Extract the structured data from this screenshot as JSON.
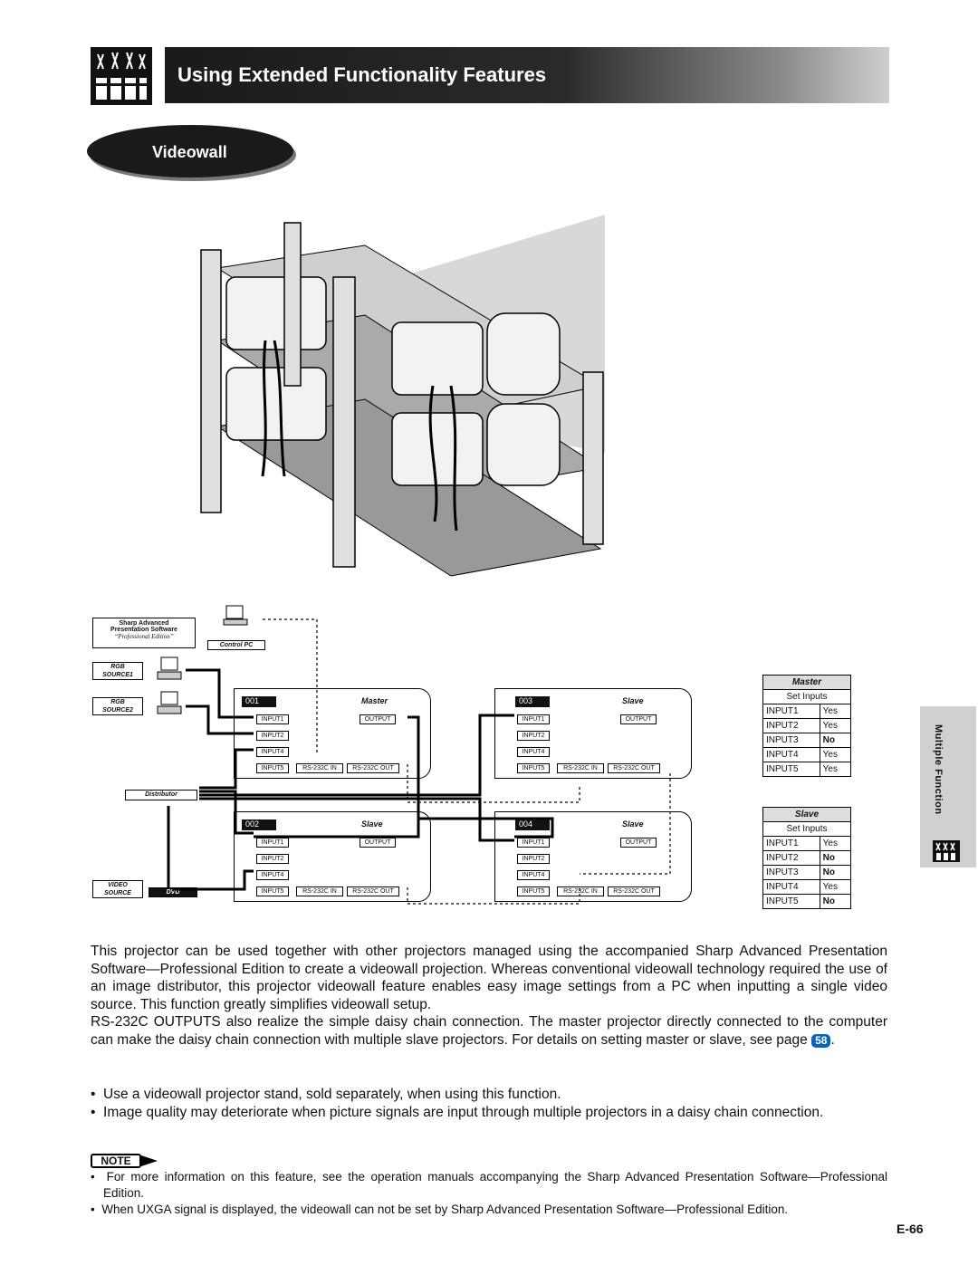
{
  "header": {
    "title": "Using Extended Functionality Features"
  },
  "section": {
    "title": "Videowall"
  },
  "side_tab": {
    "label": "Multiple Function"
  },
  "diagram": {
    "software_label_1": "Sharp Advanced",
    "software_label_2": "Presentation Software",
    "software_label_3": "“Professional Edition”",
    "control_pc": "Control PC",
    "rgb_source1_a": "RGB",
    "rgb_source1_b": "SOURCE1",
    "rgb_source2_a": "RGB",
    "rgb_source2_b": "SOURCE2",
    "distributor": "Distributor",
    "video_source_a": "VIDEO",
    "video_source_b": "SOURCE",
    "dvd": "DVD",
    "projectors": [
      {
        "id": "001",
        "role": "Master"
      },
      {
        "id": "002",
        "role": "Slave"
      },
      {
        "id": "003",
        "role": "Slave"
      },
      {
        "id": "004",
        "role": "Slave"
      }
    ],
    "ports": {
      "input1": "INPUT1",
      "input2": "INPUT2",
      "input4": "INPUT4",
      "input5": "INPUT5",
      "output": "OUTPUT",
      "rs_in": "RS-232C IN",
      "rs_out": "RS-232C OUT"
    }
  },
  "master_table": {
    "title": "Master",
    "subtitle": "Set Inputs",
    "rows": [
      {
        "input": "INPUT1",
        "value": "Yes"
      },
      {
        "input": "INPUT2",
        "value": "Yes"
      },
      {
        "input": "INPUT3",
        "value": "No"
      },
      {
        "input": "INPUT4",
        "value": "Yes"
      },
      {
        "input": "INPUT5",
        "value": "Yes"
      }
    ]
  },
  "slave_table": {
    "title": "Slave",
    "subtitle": "Set Inputs",
    "rows": [
      {
        "input": "INPUT1",
        "value": "Yes"
      },
      {
        "input": "INPUT2",
        "value": "No"
      },
      {
        "input": "INPUT3",
        "value": "No"
      },
      {
        "input": "INPUT4",
        "value": "Yes"
      },
      {
        "input": "INPUT5",
        "value": "No"
      }
    ]
  },
  "body": {
    "para1": "This projector can be used together with other projectors managed using the accompanied Sharp Advanced Presentation Software—Professional Edition to create a videowall projection. Whereas conventional videowall technology required the use of an image distributor, this projector videowall feature enables easy image settings from a PC when inputting a single video source. This function greatly simplifies videowall setup.",
    "para2_start": "RS-232C OUTPUTS also realize the simple daisy chain connection. The master projector directly connected to the computer can make the daisy chain connection with multiple slave projectors. For details on setting master or slave, see page",
    "page_ref": "58",
    "para2_end": ".",
    "bullet1": "Use a videowall projector stand, sold separately, when using this function.",
    "bullet2": "Image quality may deteriorate when picture signals are input through multiple projectors in a daisy chain connection."
  },
  "note": {
    "badge": "NOTE",
    "item1": "For more information on this feature, see the operation manuals accompanying the Sharp Advanced Presentation Software—Professional Edition.",
    "item2": "When UXGA signal is displayed, the videowall can not be set by Sharp Advanced Presentation Software—Professional Edition."
  },
  "page_number": "E-66"
}
